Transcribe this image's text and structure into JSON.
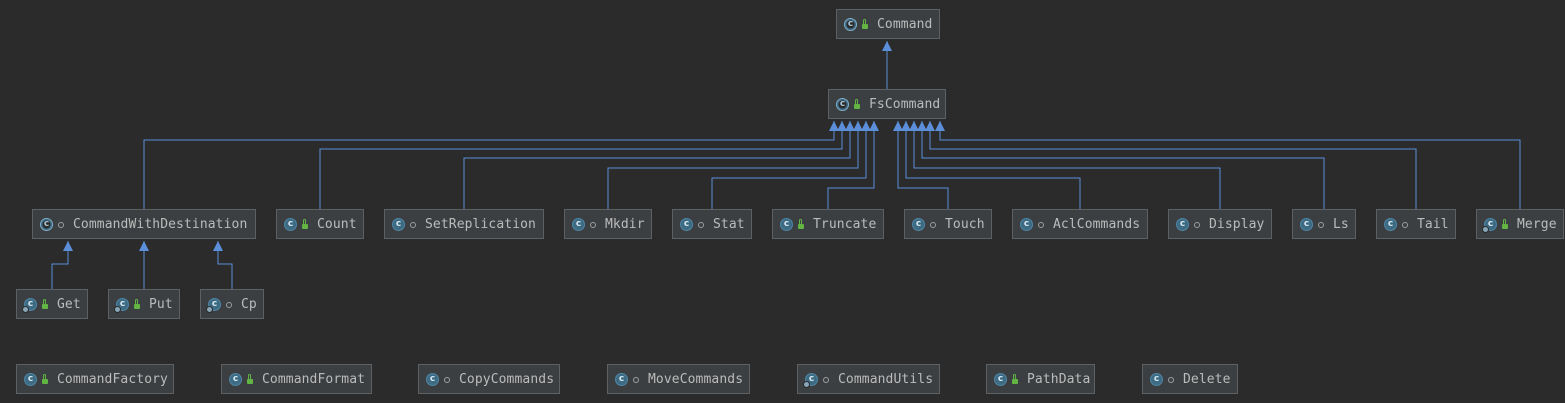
{
  "diagram": {
    "nodes": [
      {
        "id": "Command",
        "label": "Command",
        "kind": "abstract",
        "visibility": "public",
        "badge": false
      },
      {
        "id": "FsCommand",
        "label": "FsCommand",
        "kind": "abstract",
        "visibility": "public",
        "badge": false
      },
      {
        "id": "CommandWithDestination",
        "label": "CommandWithDestination",
        "kind": "abstract",
        "visibility": "package",
        "badge": false
      },
      {
        "id": "Count",
        "label": "Count",
        "kind": "class",
        "visibility": "public",
        "badge": false
      },
      {
        "id": "SetReplication",
        "label": "SetReplication",
        "kind": "class",
        "visibility": "package",
        "badge": false
      },
      {
        "id": "Mkdir",
        "label": "Mkdir",
        "kind": "class",
        "visibility": "package",
        "badge": false
      },
      {
        "id": "Stat",
        "label": "Stat",
        "kind": "class",
        "visibility": "package",
        "badge": false
      },
      {
        "id": "Truncate",
        "label": "Truncate",
        "kind": "class",
        "visibility": "public",
        "badge": false
      },
      {
        "id": "Touch",
        "label": "Touch",
        "kind": "class",
        "visibility": "package",
        "badge": false
      },
      {
        "id": "AclCommands",
        "label": "AclCommands",
        "kind": "class",
        "visibility": "package",
        "badge": false
      },
      {
        "id": "Display",
        "label": "Display",
        "kind": "class",
        "visibility": "package",
        "badge": false
      },
      {
        "id": "Ls",
        "label": "Ls",
        "kind": "class",
        "visibility": "package",
        "badge": false
      },
      {
        "id": "Tail",
        "label": "Tail",
        "kind": "class",
        "visibility": "package",
        "badge": false
      },
      {
        "id": "Merge",
        "label": "Merge",
        "kind": "class",
        "visibility": "public",
        "badge": true
      },
      {
        "id": "Get",
        "label": "Get",
        "kind": "class",
        "visibility": "public",
        "badge": true
      },
      {
        "id": "Put",
        "label": "Put",
        "kind": "class",
        "visibility": "public",
        "badge": true
      },
      {
        "id": "Cp",
        "label": "Cp",
        "kind": "class",
        "visibility": "package",
        "badge": true
      },
      {
        "id": "CommandFactory",
        "label": "CommandFactory",
        "kind": "class",
        "visibility": "public",
        "badge": false
      },
      {
        "id": "CommandFormat",
        "label": "CommandFormat",
        "kind": "class",
        "visibility": "public",
        "badge": false
      },
      {
        "id": "CopyCommands",
        "label": "CopyCommands",
        "kind": "class",
        "visibility": "package",
        "badge": false
      },
      {
        "id": "MoveCommands",
        "label": "MoveCommands",
        "kind": "class",
        "visibility": "package",
        "badge": false
      },
      {
        "id": "CommandUtils",
        "label": "CommandUtils",
        "kind": "class",
        "visibility": "package",
        "badge": true
      },
      {
        "id": "PathData",
        "label": "PathData",
        "kind": "class",
        "visibility": "public",
        "badge": false
      },
      {
        "id": "Delete",
        "label": "Delete",
        "kind": "class",
        "visibility": "package",
        "badge": false
      }
    ],
    "edges": [
      {
        "from": "FsCommand",
        "to": "Command"
      },
      {
        "from": "CommandWithDestination",
        "to": "FsCommand"
      },
      {
        "from": "Count",
        "to": "FsCommand"
      },
      {
        "from": "SetReplication",
        "to": "FsCommand"
      },
      {
        "from": "Mkdir",
        "to": "FsCommand"
      },
      {
        "from": "Stat",
        "to": "FsCommand"
      },
      {
        "from": "Truncate",
        "to": "FsCommand"
      },
      {
        "from": "Touch",
        "to": "FsCommand"
      },
      {
        "from": "AclCommands",
        "to": "FsCommand"
      },
      {
        "from": "Display",
        "to": "FsCommand"
      },
      {
        "from": "Ls",
        "to": "FsCommand"
      },
      {
        "from": "Tail",
        "to": "FsCommand"
      },
      {
        "from": "Merge",
        "to": "FsCommand"
      },
      {
        "from": "Get",
        "to": "CommandWithDestination"
      },
      {
        "from": "Put",
        "to": "CommandWithDestination"
      },
      {
        "from": "Cp",
        "to": "CommandWithDestination"
      }
    ],
    "colors": {
      "background": "#2b2b2b",
      "node_fill": "#3c3f41",
      "node_border": "#5e6164",
      "text": "#bbbbbb",
      "edge": "#5b8fd9",
      "class_icon": "#3d6b84",
      "open_access": "#62b543"
    },
    "kind_glyph": {
      "class": "c",
      "abstract": "c"
    }
  }
}
